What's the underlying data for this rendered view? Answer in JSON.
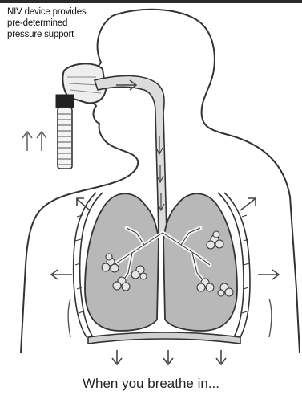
{
  "callout": {
    "line1": "NIV device provides",
    "line2": "pre-determined",
    "line3": "pressure support"
  },
  "caption": "When you breathe in...",
  "colors": {
    "lung_fill": "#b8b8b8",
    "airway_fill": "#dcdcdc",
    "outline": "#333333",
    "arrow": "#444444"
  },
  "icons": [
    "up-arrow-icon",
    "right-arrow-icon",
    "down-arrow-icon",
    "left-arrow-icon"
  ]
}
